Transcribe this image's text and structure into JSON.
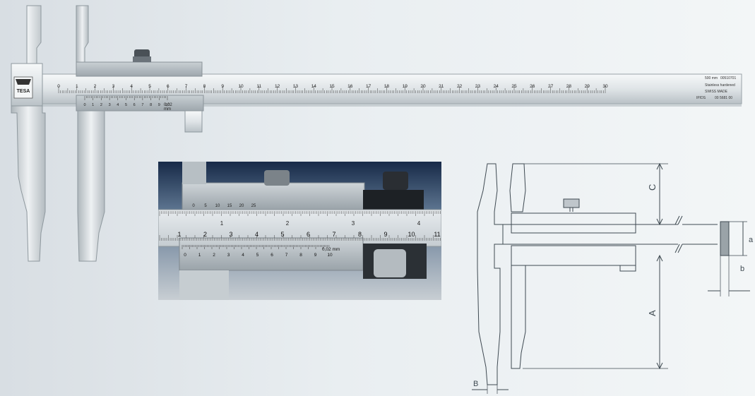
{
  "main_scale_labels": [
    "0",
    "1",
    "2",
    "3",
    "4",
    "5",
    "6",
    "7",
    "8",
    "9",
    "10",
    "11",
    "12",
    "13",
    "14",
    "15",
    "16",
    "17",
    "18",
    "19",
    "20",
    "21",
    "22",
    "23",
    "24",
    "25",
    "26",
    "27",
    "28",
    "29",
    "30"
  ],
  "vernier_labels": [
    "0",
    "1",
    "2",
    "3",
    "4",
    "5",
    "6",
    "7",
    "8",
    "9",
    "10"
  ],
  "vernier_unit": "0,02",
  "vernier_unit_mm": "mm",
  "brand": "TESA",
  "beam_text": {
    "line1_left": "500 mm",
    "line1_right": "00510701",
    "line2": "Stainless hardened",
    "line3": "SWISS MADE",
    "line4_left": "IP/DS",
    "line4_right": "00 5681 00"
  },
  "inset": {
    "top_scale": [
      "0",
      "5",
      "10",
      "15",
      "20",
      "25"
    ],
    "top_scale_right": [
      "1",
      "2",
      "3",
      "4"
    ],
    "main_scale": [
      "1",
      "2",
      "3",
      "4",
      "5",
      "6",
      "7",
      "8",
      "9",
      "10",
      "11"
    ],
    "vernier": [
      "0",
      "1",
      "2",
      "3",
      "4",
      "5",
      "6",
      "7",
      "8",
      "9",
      "10"
    ],
    "vernier_unit": "0,02 mm"
  },
  "diagram_labels": {
    "C": "C",
    "a": "a",
    "b": "b",
    "A": "A",
    "B": "B"
  },
  "colors": {
    "steel_light": "#eef1f3",
    "steel_mid": "#c7ced3",
    "steel_dark": "#8d979e",
    "line_drawing": "#3f4a52",
    "inset_bg_top": "#1b2d4a"
  }
}
